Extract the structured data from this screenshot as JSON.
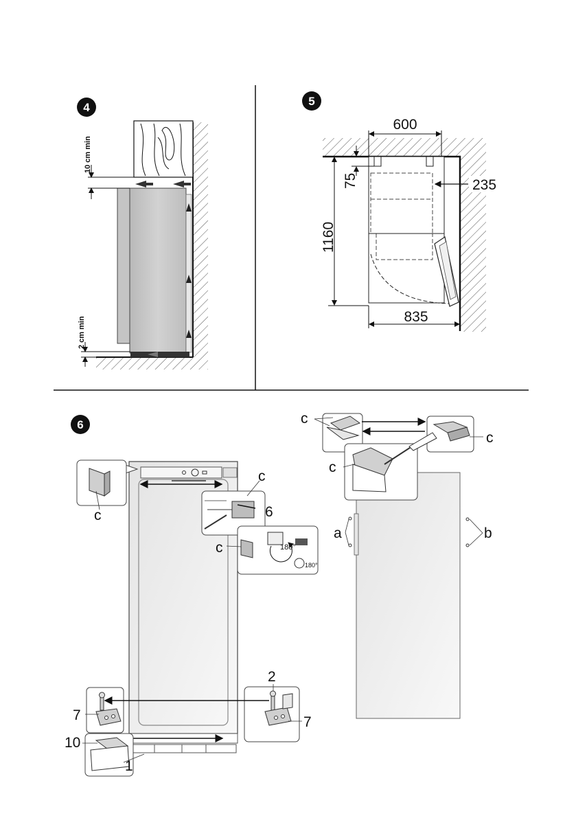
{
  "figures": {
    "fig4": {
      "number": "4",
      "top_clearance_label": "10 cm min",
      "bottom_clearance_label": "2 cm min"
    },
    "fig5": {
      "number": "5",
      "width_label": "600",
      "depth_label": "835",
      "height_label": "1160",
      "rear_gap_label": "75",
      "wall_gap_label": "235"
    },
    "fig6": {
      "number": "6",
      "labels": {
        "c": "c",
        "a": "a",
        "b": "b",
        "step_1": "1",
        "step_2": "2",
        "step_6": "6",
        "step_7": "7",
        "step_10": "10",
        "rotate": "180°"
      }
    }
  },
  "colors": {
    "badge": "#111111",
    "hatch": "#555555",
    "appliance": "#c9c9c9",
    "door_panel": "#eeeeee",
    "callout_bg": "#f4f4f4"
  }
}
